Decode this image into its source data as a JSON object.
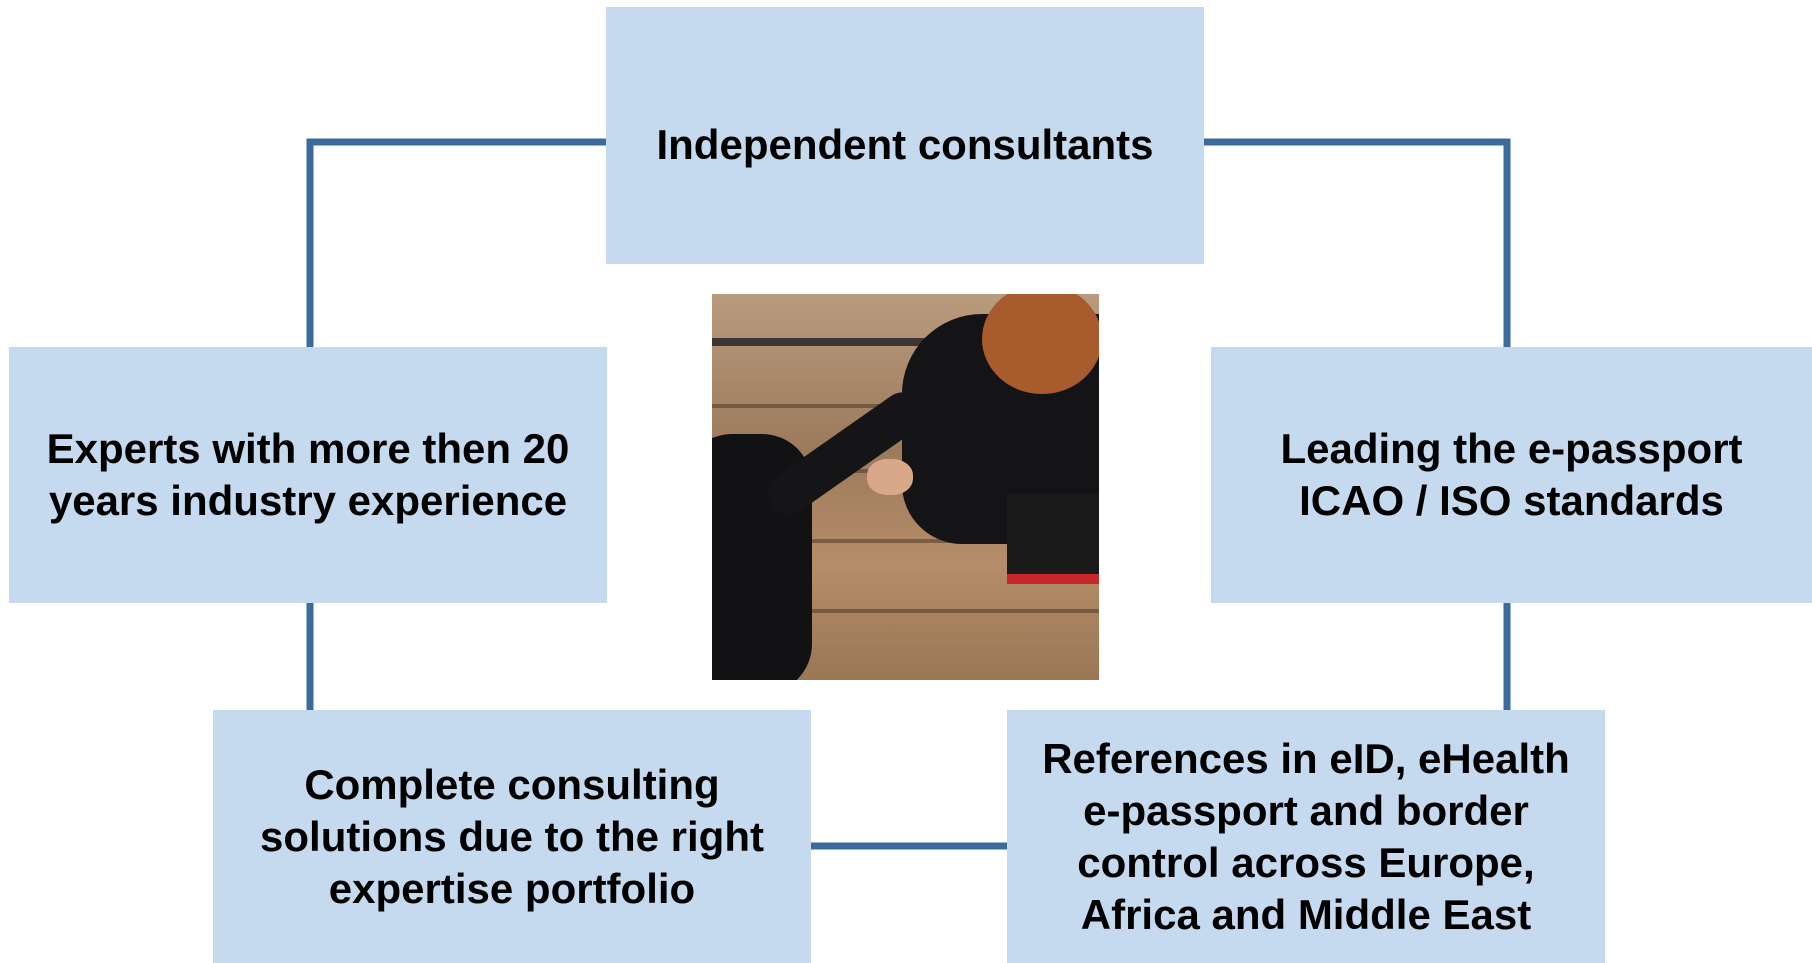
{
  "diagram": {
    "nodes": {
      "top": "Independent consultants",
      "left": "Experts with more then 20\nyears industry experience",
      "right": "Leading the e-passport\nICAO / ISO standards",
      "bottom_left": "Complete consulting\nsolutions due to the right\nexpertise portfolio",
      "bottom_right": "References in eID, eHealth\ne-passport and border\ncontrol across Europe,\nAfrica and Middle East"
    },
    "edges": [
      [
        "top",
        "left"
      ],
      [
        "top",
        "right"
      ],
      [
        "left",
        "bottom_left"
      ],
      [
        "right",
        "bottom_right"
      ],
      [
        "bottom_left",
        "bottom_right"
      ]
    ],
    "colors": {
      "box_fill": "#c5daee",
      "connector": "#3c6a9c",
      "text": "#000000"
    },
    "center_image": "handshake-photo"
  }
}
